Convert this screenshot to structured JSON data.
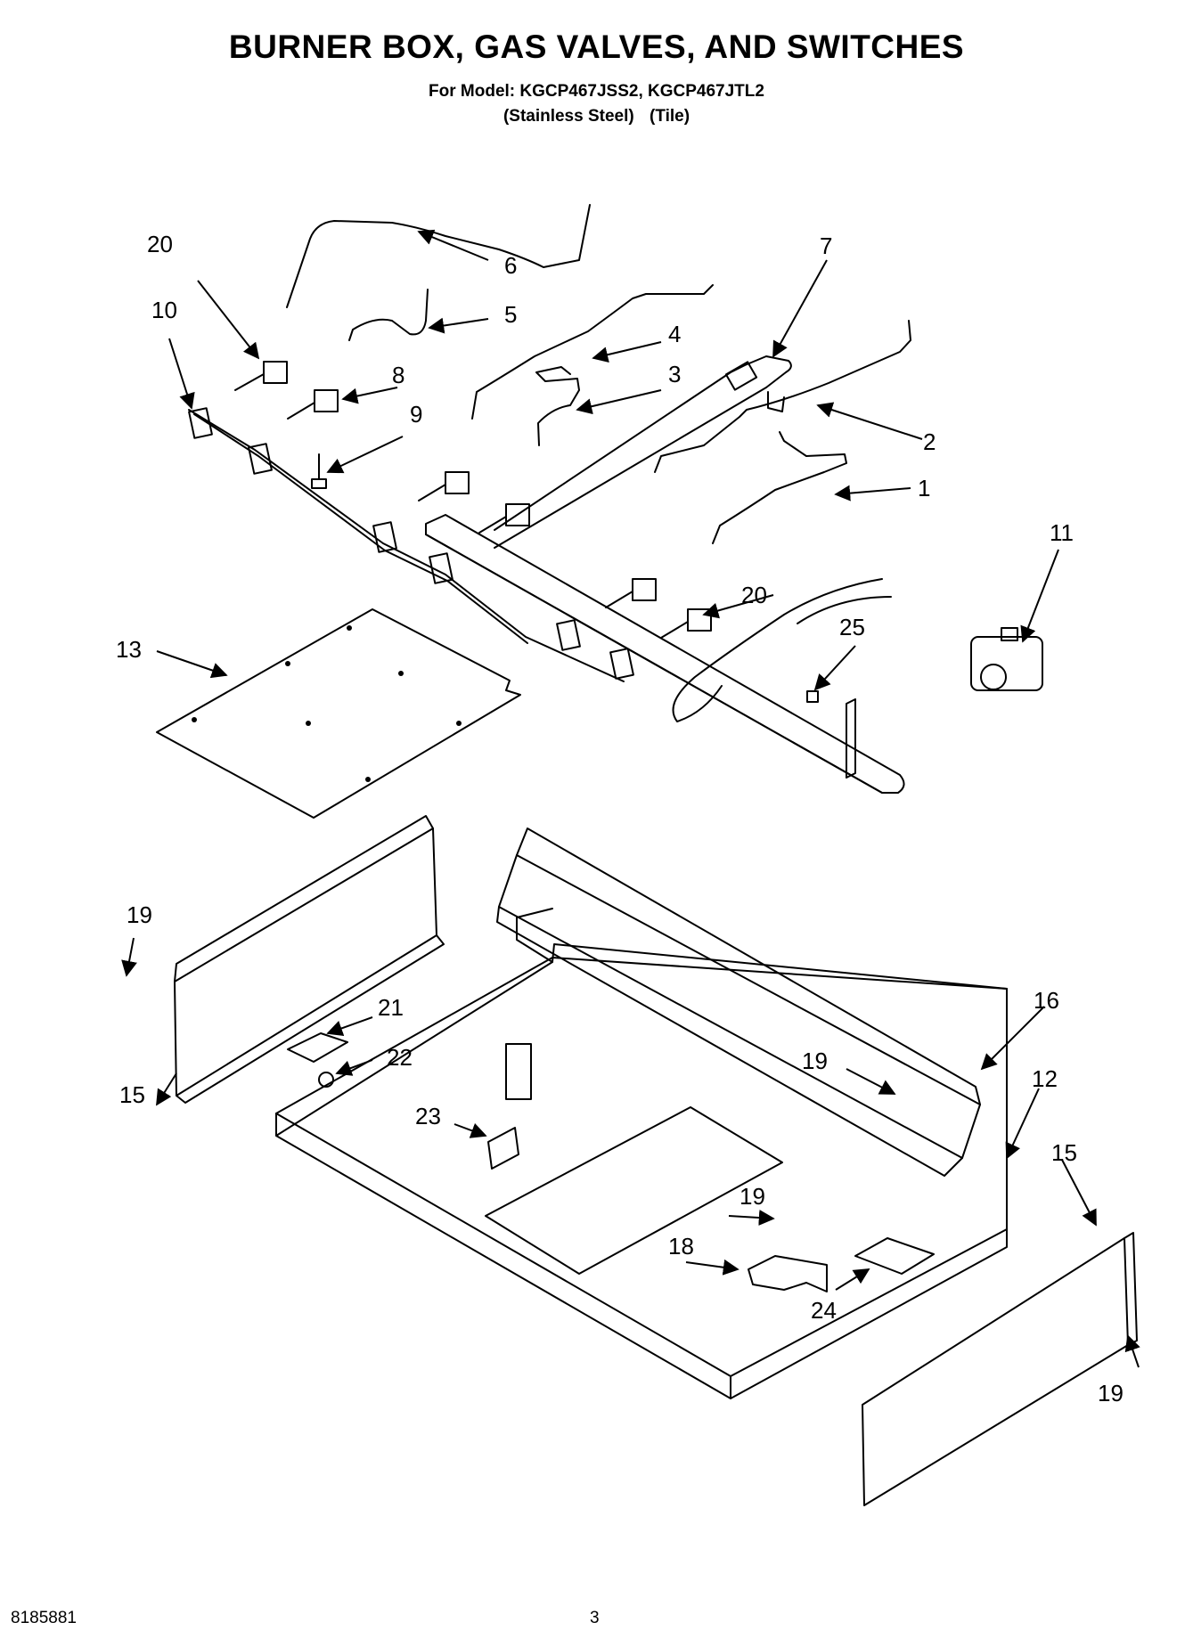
{
  "header": {
    "title": "BURNER BOX, GAS VALVES, AND SWITCHES",
    "model_line": "For Model: KGCP467JSS2, KGCP467JTL2",
    "variant_1": "(Stainless Steel)",
    "variant_2": "(Tile)"
  },
  "callouts": {
    "c1": "1",
    "c2": "2",
    "c3": "3",
    "c4": "4",
    "c5": "5",
    "c6": "6",
    "c7": "7",
    "c8": "8",
    "c9": "9",
    "c10": "10",
    "c11": "11",
    "c12": "12",
    "c13": "13",
    "c15a": "15",
    "c15b": "15",
    "c16": "16",
    "c18": "18",
    "c19a": "19",
    "c19b": "19",
    "c19c": "19",
    "c19d": "19",
    "c20a": "20",
    "c20b": "20",
    "c21": "21",
    "c22": "22",
    "c23": "23",
    "c24": "24",
    "c25": "25"
  },
  "footer": {
    "doc_number": "8185881",
    "page_number": "3"
  }
}
